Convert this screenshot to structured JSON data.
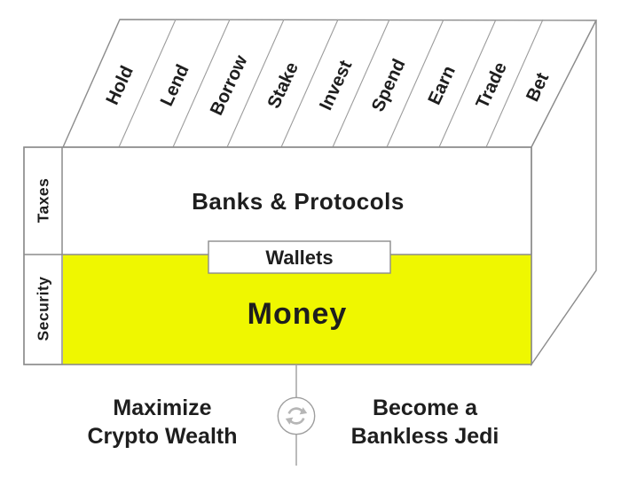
{
  "top_bands": {
    "labels": [
      "Hold",
      "Lend",
      "Borrow",
      "Stake",
      "Invest",
      "Spend",
      "Earn",
      "Trade",
      "Bet"
    ]
  },
  "side_rows": {
    "row1": "Taxes",
    "row2": "Security"
  },
  "layers": {
    "banks_protocols": "Banks & Protocols",
    "wallets": "Wallets",
    "money": "Money"
  },
  "footer": {
    "left": {
      "line1": "Maximize",
      "line2": "Crypto Wealth"
    },
    "right": {
      "line1": "Become a",
      "line2": "Bankless Jedi"
    },
    "icon": "sync-cycle-icon"
  },
  "colors": {
    "money_fill": "#eff700",
    "line_gray": "#8c8c8c",
    "band_line_gray": "#9c9c9c",
    "text": "#1e1e1e",
    "icon_gray": "#b6b6b6",
    "background": "#ffffff"
  }
}
